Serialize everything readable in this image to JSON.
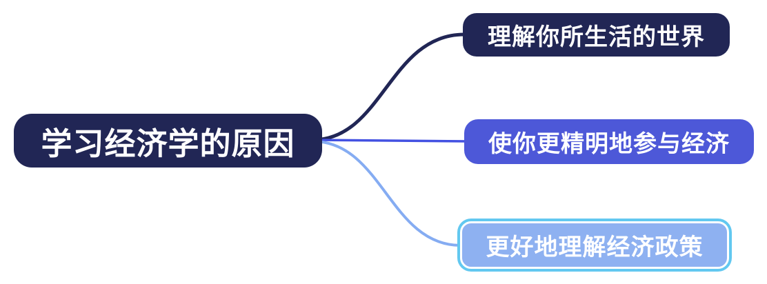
{
  "diagram": {
    "type": "mindmap",
    "background_color": "#ffffff",
    "root": {
      "label": "学习经济学的原因",
      "fill": "#212655",
      "text_color": "#ffffff"
    },
    "branches": [
      {
        "label": "理解你所生活的世界",
        "fill": "#212655",
        "text_color": "#ffffff",
        "connector_color": "#212655",
        "selected": false
      },
      {
        "label": "使你更精明地参与经济",
        "fill": "#4d58d8",
        "text_color": "#ffffff",
        "connector_color": "#4351e2",
        "selected": false
      },
      {
        "label": "更好地理解经济政策",
        "fill": "#8eb1f1",
        "text_color": "#ffffff",
        "connector_color": "#85acf2",
        "selected": true,
        "selection_ring_color": "#62c8f0",
        "selection_inner_border_color": "#ffffff"
      }
    ]
  }
}
